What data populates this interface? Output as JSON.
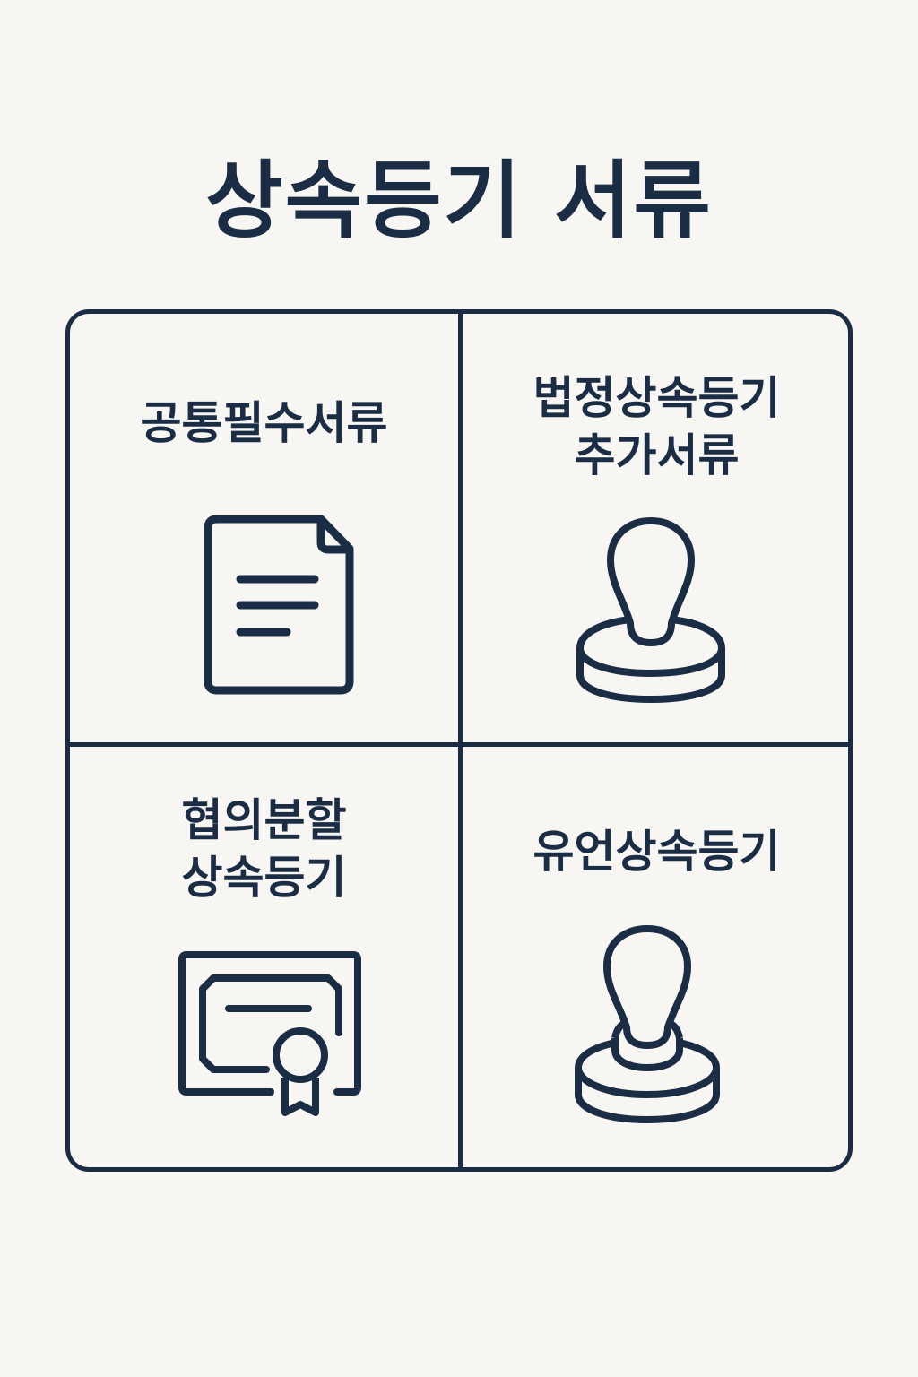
{
  "title": "상속등기 서류",
  "colors": {
    "background": "#f7f6f2",
    "ink": "#1b2d44"
  },
  "cells": [
    {
      "label_lines": [
        "공통필수서류"
      ],
      "icon": "document-icon"
    },
    {
      "label_lines": [
        "법정상속등기",
        "추가서류"
      ],
      "icon": "stamp-icon"
    },
    {
      "label_lines": [
        "협의분할",
        "상속등기"
      ],
      "icon": "certificate-icon"
    },
    {
      "label_lines": [
        "유언상속등기"
      ],
      "icon": "stamp-icon"
    }
  ]
}
